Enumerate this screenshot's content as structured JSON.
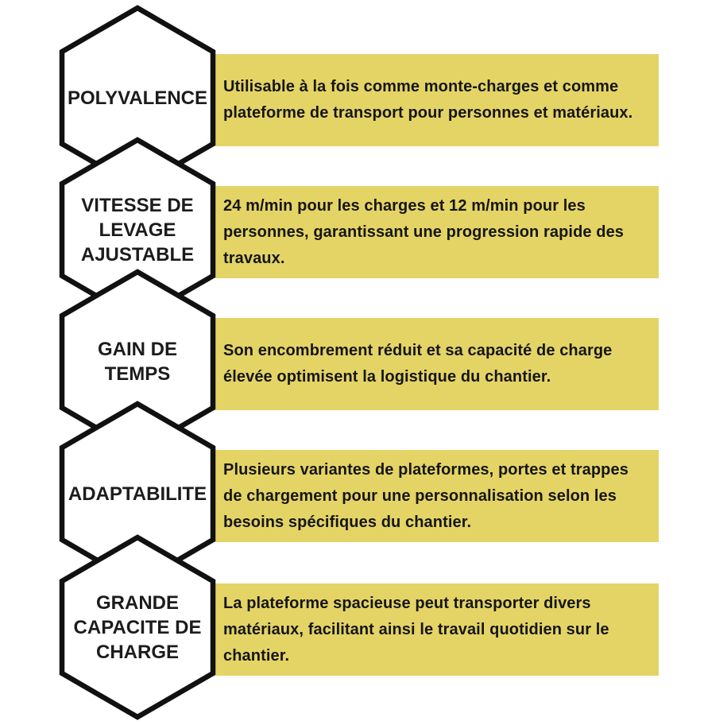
{
  "title": "Avantages monte-charges infographic",
  "colors": {
    "highlight_yellow": "#e4d466",
    "hexagon_stroke": "#111111",
    "hexagon_fill": "#ffffff",
    "text": "#161616"
  },
  "rows": [
    {
      "label": "POLYVALENCE",
      "description": "Utilisable à la fois comme monte-charges et comme plateforme de transport pour personnes et matériaux."
    },
    {
      "label": "VITESSE DE\nLEVAGE\nAJUSTABLE",
      "description": "24 m/min pour les charges et 12 m/min pour les personnes, garantissant une progression rapide des travaux."
    },
    {
      "label": "GAIN DE\nTEMPS",
      "description": "Son encombrement réduit et sa capacité de charge élevée optimisent la logistique du chantier."
    },
    {
      "label": "ADAPTABILITE",
      "description": "Plusieurs variantes de plateformes, portes et trappes de chargement pour une personnalisation selon les besoins spécifiques du chantier."
    },
    {
      "label": "GRANDE\nCAPACITE DE\nCHARGE",
      "description": "La plateforme spacieuse peut transporter divers matériaux, facilitant ainsi le travail quotidien sur le chantier."
    }
  ]
}
